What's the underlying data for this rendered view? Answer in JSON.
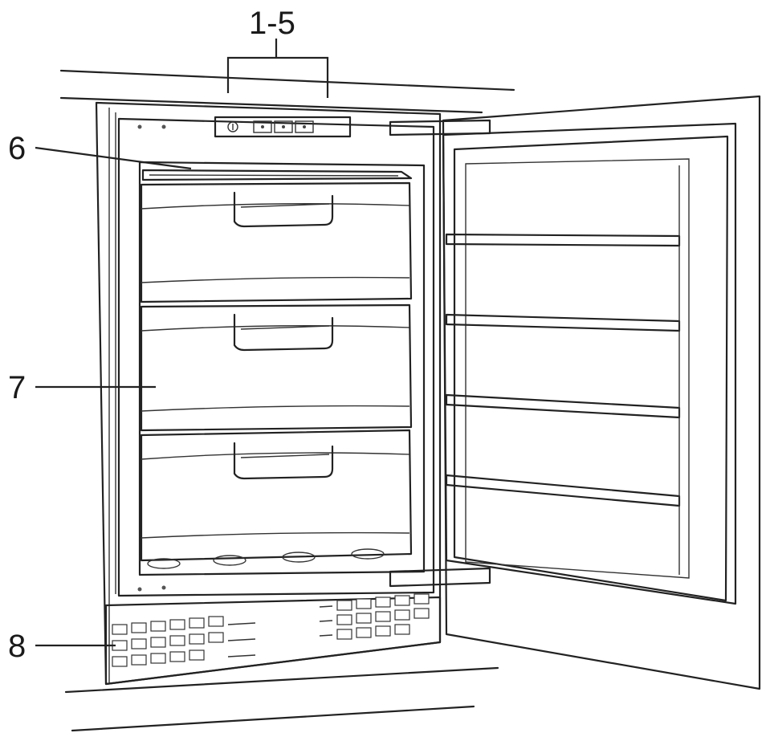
{
  "callouts": {
    "top": "1-5",
    "shelf": "6",
    "drawers": "7",
    "vent": "8"
  }
}
